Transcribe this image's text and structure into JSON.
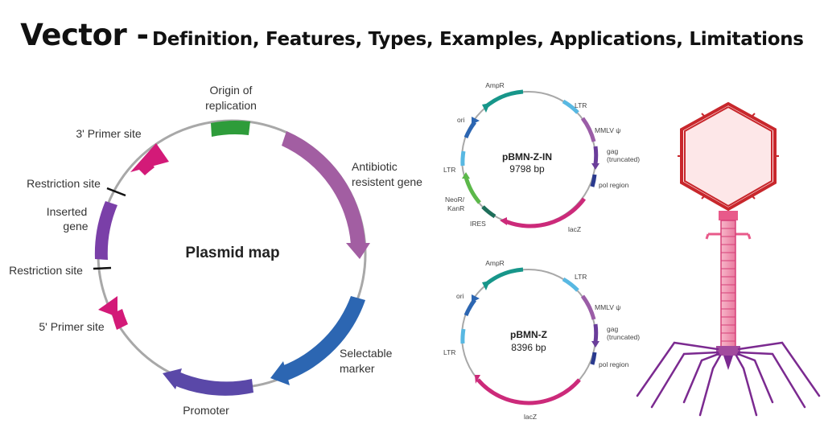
{
  "title": {
    "main": "Vector -",
    "sub": "Definition, Features, Types, Examples, Applications, Limitations"
  },
  "plasmid_map": {
    "center_label": "Plasmid map",
    "labels": {
      "origin_line1": "Origin of",
      "origin_line2": "replication",
      "primer3": "3' Primer site",
      "restriction_top": "Restriction site",
      "inserted_line1": "Inserted",
      "inserted_line2": "gene",
      "restriction_bottom": "Restriction site",
      "primer5": "5' Primer site",
      "antibiotic_line1": "Antibiotic",
      "antibiotic_line2": "resistent gene",
      "selectable_line1": "Selectable",
      "selectable_line2": "marker",
      "promoter": "Promoter"
    }
  },
  "pbmn_z_in": {
    "name": "pBMN-Z-IN",
    "size": "9798 bp",
    "labels": {
      "ampr": "AmpR",
      "ltr_top": "LTR",
      "mmlv": "MMLV ψ",
      "gag": "gag",
      "gag_sub": "(truncated)",
      "pol": "pol region",
      "lacz": "lacZ",
      "ires": "IRES",
      "neor": "NeoR/",
      "kanr": "KanR",
      "ltr_left": "LTR",
      "ori": "ori"
    }
  },
  "pbmn_z": {
    "name": "pBMN-Z",
    "size": "8396 bp",
    "labels": {
      "ampr": "AmpR",
      "ltr_top": "LTR",
      "mmlv": "MMLV ψ",
      "gag": "gag",
      "gag_sub": "(truncated)",
      "pol": "pol region",
      "lacz": "lacZ",
      "ltr_left": "LTR",
      "ori": "ori"
    }
  },
  "colors": {
    "ring": "#a8a8a8",
    "origin": "#2e9c3a",
    "antibiotic": "#a25ea2",
    "selectable": "#2c66b2",
    "promoter": "#5a48a8",
    "primer": "#d31a78",
    "inserted": "#7a3fa8",
    "ampr": "#17968a",
    "ltr": "#58b8e2",
    "mmlv": "#9b5da7",
    "gag": "#6a3d9a",
    "pol": "#2a3a8e",
    "lacz": "#cc2a7a",
    "ires": "#1e6e5a",
    "neor": "#5cb84a",
    "ori": "#2c66b2",
    "phage_outline": "#c8272c",
    "phage_fill": "#fde7e8",
    "phage_tail": "#e85a8a",
    "phage_legs": "#7b2a90"
  },
  "icons": [
    "bacteriophage-icon"
  ]
}
